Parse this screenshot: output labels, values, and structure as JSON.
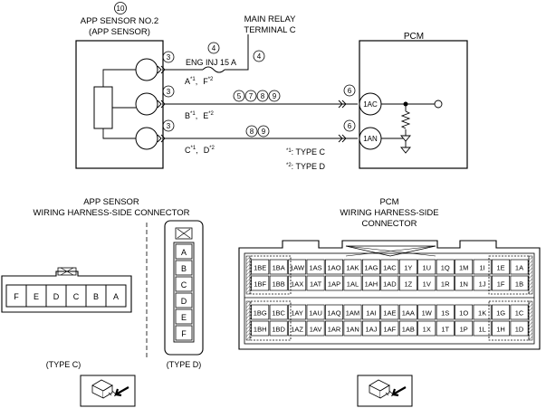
{
  "app_sensor": {
    "index": "10",
    "title_line1": "APP SENSOR NO.2",
    "title_line2": "(APP SENSOR)"
  },
  "main_relay": {
    "line1": "MAIN RELAY",
    "line2": "TERMINAL C"
  },
  "pcm": {
    "title": "PCM"
  },
  "fuse": {
    "index": "4",
    "label": "ENG INJ 15 A",
    "relay_index": "4"
  },
  "connector_ref": "3",
  "pcm_ref": "6",
  "sensor_pins": [
    {
      "label": "A",
      "sup1": "*1",
      "sep": ",",
      "alt": "F",
      "sup2": "*2"
    },
    {
      "label": "B",
      "sup1": "*1",
      "sep": ",",
      "alt": "E",
      "sup2": "*2"
    },
    {
      "label": "C",
      "sup1": "*1",
      "sep": ",",
      "alt": "D",
      "sup2": "*2"
    }
  ],
  "wire_refs_1": [
    "5",
    "7",
    "8",
    "9"
  ],
  "wire_refs_2": [
    "8",
    "9"
  ],
  "pcm_terminals": [
    "1AC",
    "1AN"
  ],
  "type_notes": [
    {
      "mark": "*1",
      "text": ": TYPE C"
    },
    {
      "mark": "*2",
      "text": ": TYPE D"
    }
  ],
  "app_connector": {
    "title_line1": "APP SENSOR",
    "title_line2": "WIRING HARNESS-SIDE CONNECTOR",
    "type_c_pins": [
      "F",
      "E",
      "D",
      "C",
      "B",
      "A"
    ],
    "type_d_pins": [
      "A",
      "B",
      "C",
      "D",
      "E",
      "F"
    ],
    "type_c_label": "(TYPE C)",
    "type_d_label": "(TYPE D)"
  },
  "pcm_connector": {
    "title_line1": "PCM",
    "title_line2": "WIRING HARNESS-SIDE",
    "title_line3": "CONNECTOR",
    "rows": [
      [
        "1BE",
        "1BA",
        "1AW",
        "1AS",
        "1AO",
        "1AK",
        "1AG",
        "1AC",
        "1Y",
        "1U",
        "1Q",
        "1M",
        "1I",
        "1E",
        "1A"
      ],
      [
        "1BF",
        "1BB",
        "1AX",
        "1AT",
        "1AP",
        "1AL",
        "1AH",
        "1AD",
        "1Z",
        "1V",
        "1R",
        "1N",
        "1J",
        "1F",
        "1B"
      ],
      [
        "1BG",
        "1BC",
        "1AY",
        "1AU",
        "1AQ",
        "1AM",
        "1AI",
        "1AE",
        "1AA",
        "1W",
        "1S",
        "1O",
        "1K",
        "1G",
        "1C"
      ],
      [
        "1BH",
        "1BD",
        "1AZ",
        "1AV",
        "1AR",
        "1AN",
        "1AJ",
        "1AF",
        "1AB",
        "1X",
        "1T",
        "1P",
        "1L",
        "1H",
        "1D"
      ]
    ]
  }
}
